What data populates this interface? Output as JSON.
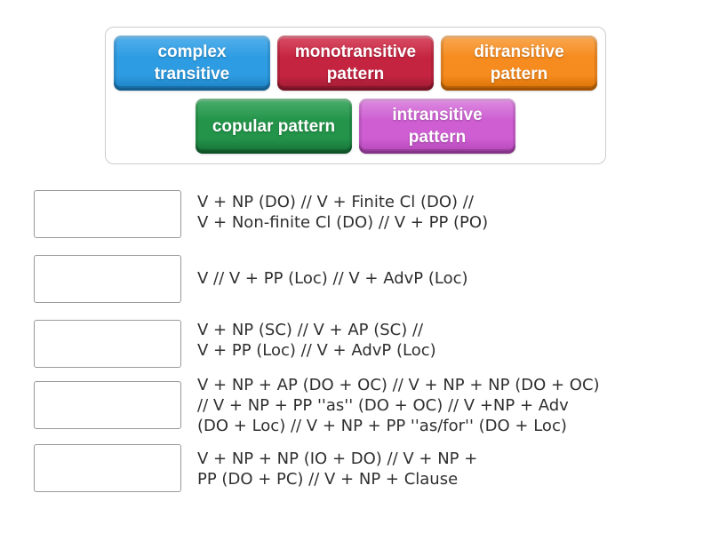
{
  "word_bank": {
    "tiles": [
      {
        "label": "complex transitive",
        "base": "#2e9ce2",
        "light": "#55b1ec",
        "dark": "#1a7ec0"
      },
      {
        "label": "monotransitive pattern",
        "base": "#c52441",
        "light": "#da5066",
        "dark": "#9c1a32"
      },
      {
        "label": "ditransitive pattern",
        "base": "#f68b1f",
        "light": "#f9a953",
        "dark": "#d66f02"
      },
      {
        "label": "copular pattern",
        "base": "#23944a",
        "light": "#4ab06c",
        "dark": "#156e35"
      },
      {
        "label": "intransitive pattern",
        "base": "#ce5ed2",
        "light": "#de8ce1",
        "dark": "#b245b6"
      }
    ]
  },
  "rows": [
    {
      "lines": [
        "V + NP (DO) // V + Finite Cl (DO) //",
        "V + Non-finite Cl (DO) // V + PP (PO)"
      ]
    },
    {
      "lines": [
        "V // V + PP (Loc) // V + AdvP (Loc)"
      ]
    },
    {
      "lines": [
        "V + NP (SC) // V + AP (SC) //",
        "V + PP (Loc) // V + AdvP (Loc)"
      ]
    },
    {
      "lines": [
        "V + NP + AP (DO + OC) // V + NP + NP (DO + OC)",
        "// V + NP + PP ''as'' (DO + OC) // V +NP + Adv",
        "(DO + Loc) // V + NP + PP ''as/for'' (DO + Loc)"
      ]
    },
    {
      "lines": [
        "V + NP + NP (IO + DO) // V + NP +",
        "PP (DO + PC) // V + NP + Clause"
      ]
    }
  ]
}
